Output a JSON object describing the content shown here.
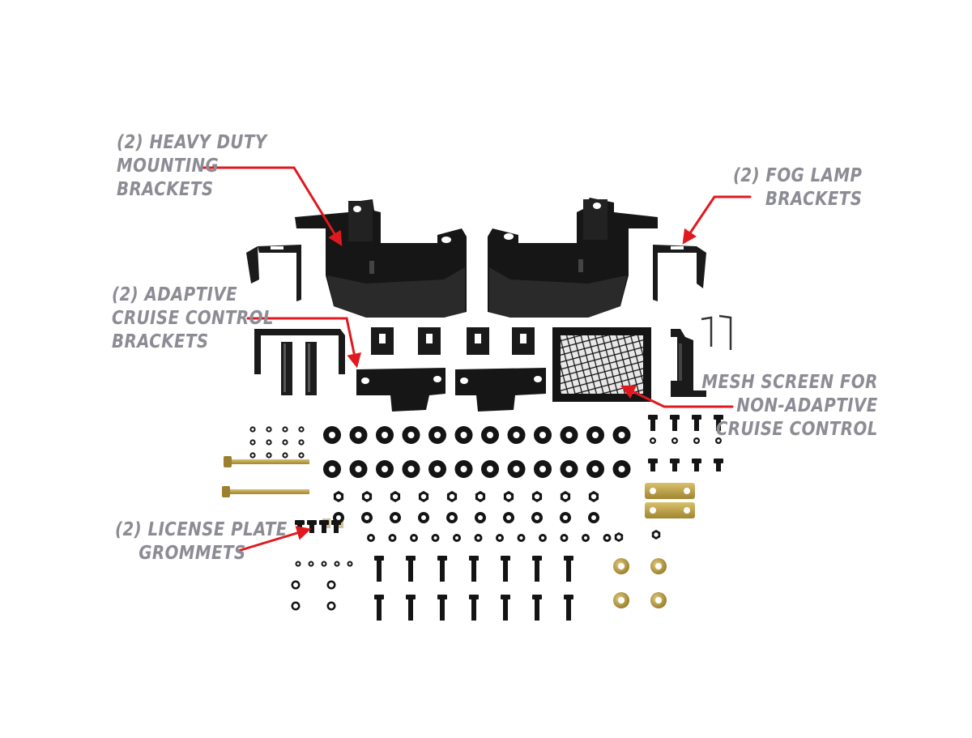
{
  "callouts": {
    "heavy_duty": {
      "lines": [
        "(2) HEAVY DUTY",
        "MOUNTING",
        "BRACKETS"
      ]
    },
    "fog_lamp": {
      "lines": [
        "(2) FOG LAMP",
        "BRACKETS"
      ]
    },
    "adaptive_cruise": {
      "lines": [
        "(2) ADAPTIVE",
        "CRUISE CONTROL",
        "BRACKETS"
      ]
    },
    "mesh_screen": {
      "lines": [
        "MESH SCREEN FOR",
        "NON-ADAPTIVE",
        "CRUISE CONTROL"
      ]
    },
    "license_plate": {
      "lines": [
        "(2) LICENSE PLATE",
        "GROMMETS"
      ]
    }
  },
  "colors": {
    "label_text": "#8c8c94",
    "arrow": "#e0191f",
    "hardware_black": "#141414",
    "brass": "#b89a3c",
    "background": "#ffffff"
  }
}
